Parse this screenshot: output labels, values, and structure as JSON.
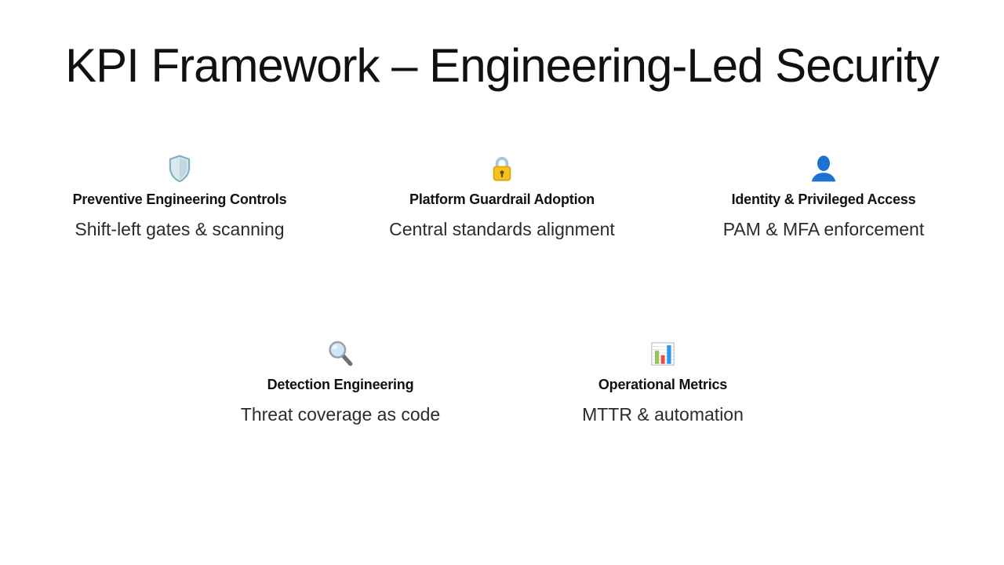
{
  "slide": {
    "title": "KPI Framework – Engineering-Led Security",
    "cards": [
      {
        "icon": "shield-icon",
        "title": "Preventive Engineering Controls",
        "desc": "Shift-left gates & scanning"
      },
      {
        "icon": "lock-icon",
        "title": "Platform Guardrail Adoption",
        "desc": "Central standards alignment"
      },
      {
        "icon": "user-icon",
        "title": "Identity & Privileged Access",
        "desc": "PAM & MFA enforcement"
      },
      {
        "icon": "magnifier-icon",
        "title": "Detection Engineering",
        "desc": "Threat coverage as code"
      },
      {
        "icon": "bar-chart-icon",
        "title": "Operational Metrics",
        "desc": "MTTR & automation"
      }
    ]
  },
  "colors": {
    "background": "#ffffff",
    "title_text": "#111111",
    "card_title_text": "#111111",
    "card_desc_text": "#2b2b2b",
    "shield_fill": "#d9e9ee",
    "shield_shade": "#bed7e0",
    "shield_border": "#7fafc2",
    "lock_gold": "#f6c01f",
    "lock_shackle": "#a6c8d6",
    "person_blue": "#1d72d2",
    "lens_blue": "#cde9f8",
    "handle_gray": "#6e6f72",
    "chart_green": "#94c358",
    "chart_red": "#ef4b40",
    "chart_blue": "#2c97ef"
  }
}
